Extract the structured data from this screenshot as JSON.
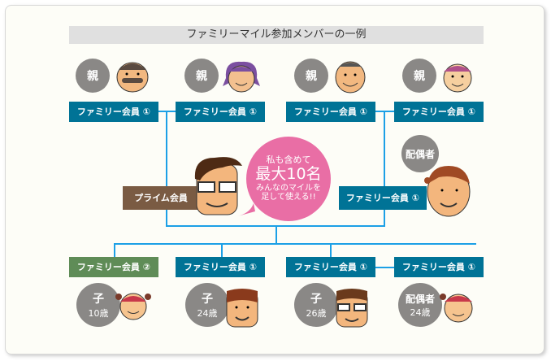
{
  "title": "ファミリーマイル参加メンバーの一例",
  "parents": [
    {
      "role": "親",
      "label": "ファミリー会員 ①"
    },
    {
      "role": "親",
      "label": "ファミリー会員 ①"
    },
    {
      "role": "親",
      "label": "ファミリー会員 ①"
    },
    {
      "role": "親",
      "label": "ファミリー会員 ①"
    }
  ],
  "prime": {
    "label": "プライム会員"
  },
  "bubble": {
    "line1": "私も含めて",
    "line2": "最大10名",
    "line3": "みんなのマイルを",
    "line4": "足して使える!!"
  },
  "spouse": {
    "role": "配偶者",
    "label": "ファミリー会員 ①"
  },
  "children": [
    {
      "label": "ファミリー会員 ②",
      "role": "子",
      "age": "10歳"
    },
    {
      "label": "ファミリー会員 ①",
      "role": "子",
      "age": "24歳"
    },
    {
      "label": "ファミリー会員 ①",
      "role": "子",
      "age": "26歳"
    },
    {
      "label": "ファミリー会員 ①",
      "role": "配偶者",
      "age": "24歳"
    }
  ],
  "colors": {
    "teal": "#007396",
    "green": "#5f8c57",
    "brown": "#7a5b43",
    "line": "#1ca0e6",
    "bubble": "#e96ea5"
  }
}
